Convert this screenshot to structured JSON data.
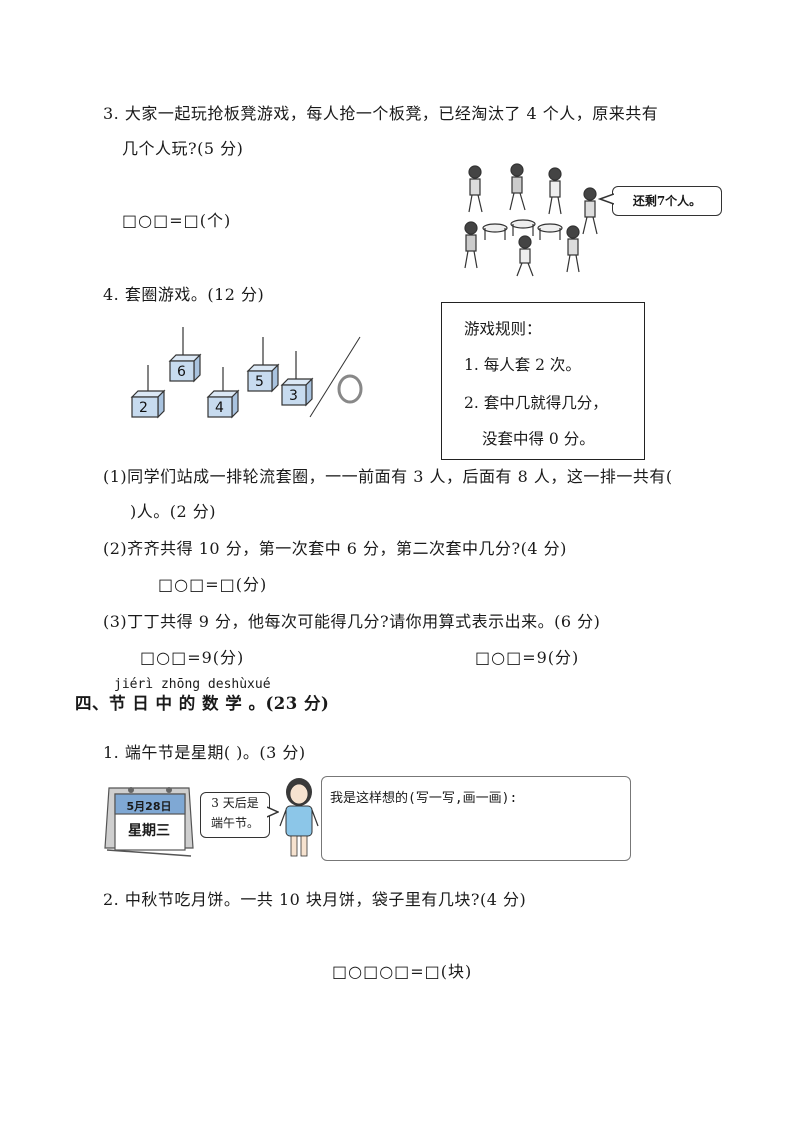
{
  "q3": {
    "line1": "3. 大家一起玩抢板凳游戏，每人抢一个板凳，已经淘汰了 4 个人，原来共有",
    "line2": "几个人玩?(5 分)",
    "formula": "□○□=□(个)",
    "bubble": "还剩7个人。"
  },
  "q4": {
    "title": "4. 套圈游戏。(12 分)",
    "cubes": [
      "2",
      "6",
      "4",
      "5",
      "3"
    ],
    "rules_title": "游戏规则：",
    "rule1": "1. 每人套 2 次。",
    "rule2": "2. 套中几就得几分，",
    "rule2b": "没套中得 0 分。",
    "sub1_line1": "(1)同学们站成一排轮流套圈，一一前面有 3 人，后面有 8 人，这一排一共有(",
    "sub1_line2": ")人。(2 分)",
    "sub2": "(2)齐齐共得 10 分，第一次套中 6 分，第二次套中几分?(4 分)",
    "sub2_formula": "□○□=□(分)",
    "sub3": "(3)丁丁共得 9 分，他每次可能得几分?请你用算式表示出来。(6 分)",
    "sub3_formula_left": "□○□=9(分)",
    "sub3_formula_right": "□○□=9(分)"
  },
  "section4": {
    "pinyin": "jiérì zhōng deshùxué",
    "heading": "四、节 日  中  的 数 学 。(23 分)"
  },
  "s4q1": {
    "text": "1. 端午节是星期(      )。(3 分)",
    "calendar_date": "5月28日",
    "calendar_day": "星期三",
    "bubble_line1": "3 天后是",
    "bubble_line2": "端午节。",
    "think_text": "我是这样想的(写一写,画一画):"
  },
  "s4q2": {
    "text": "2. 中秋节吃月饼。一共 10 块月饼，袋子里有几块?(4 分)",
    "formula": "□○□○□=□(块)"
  }
}
